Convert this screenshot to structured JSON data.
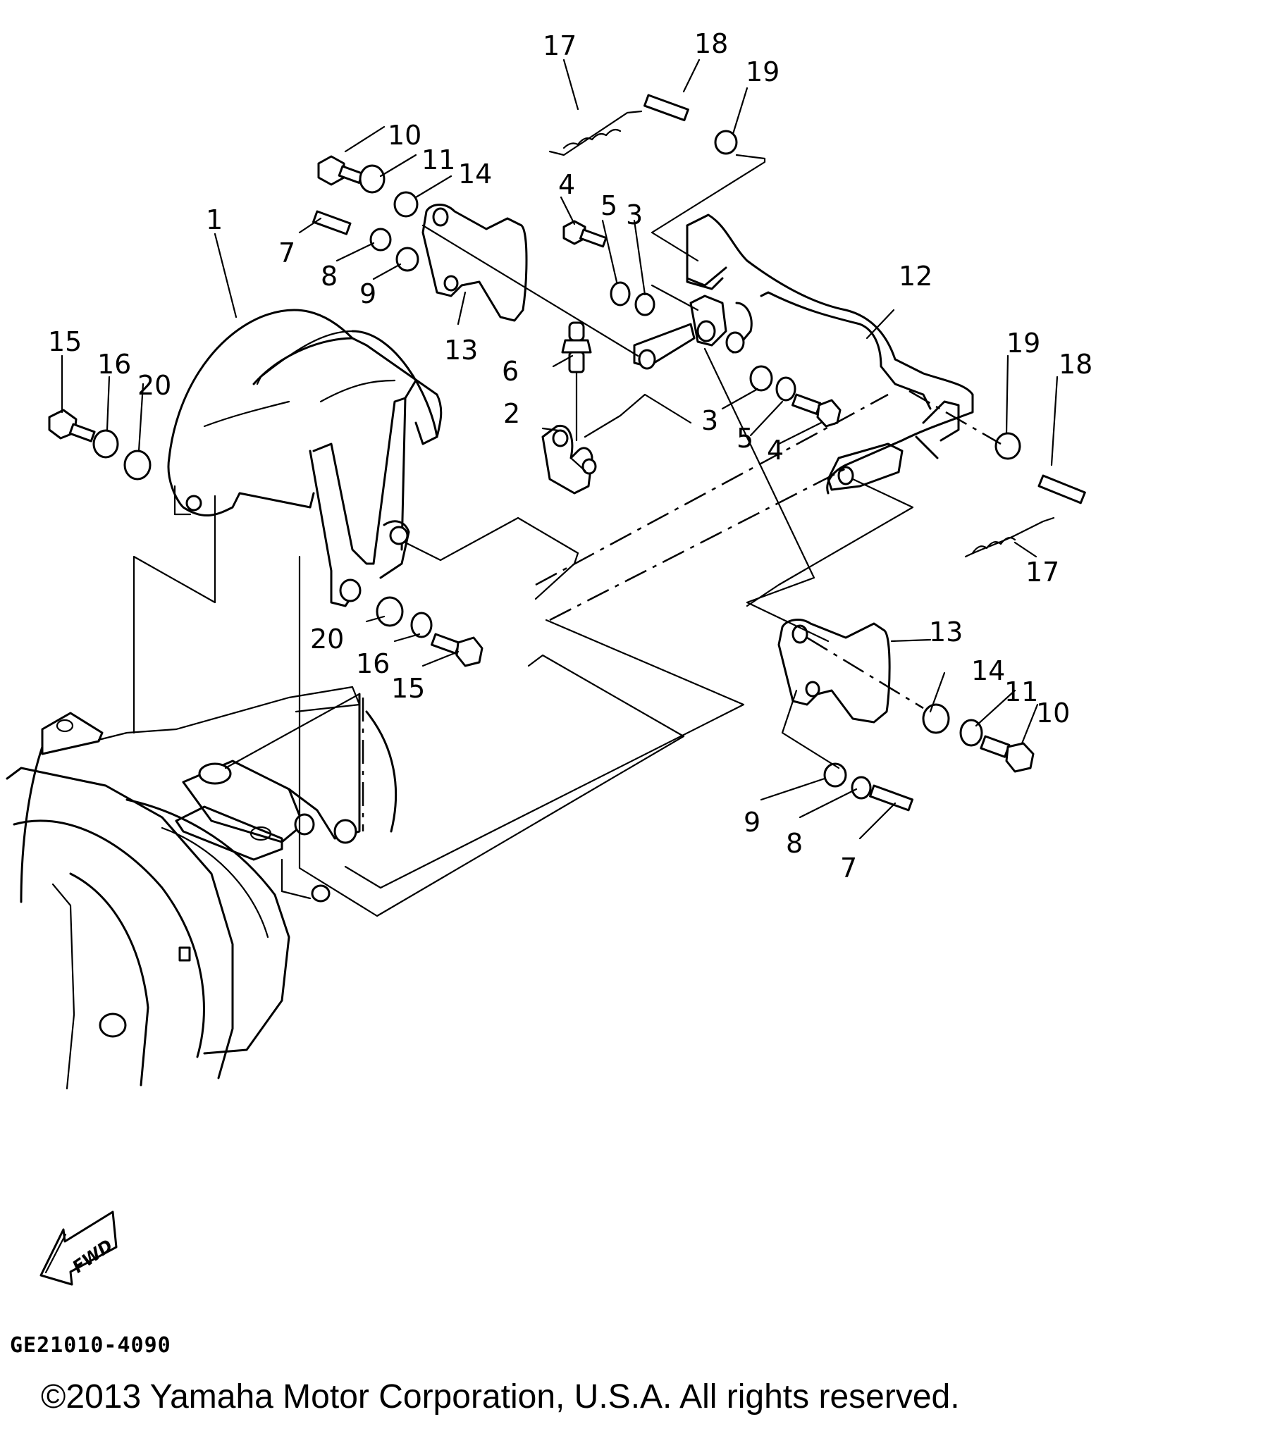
{
  "document": {
    "type": "exploded parts diagram",
    "figure_code": "GE21010-4090",
    "copyright": "©2013 Yamaha Motor Corporation, U.S.A. All rights reserved.",
    "direction_indicator": "FWD"
  },
  "callouts": [
    {
      "id": "c1",
      "number": "1"
    },
    {
      "id": "c2",
      "number": "2"
    },
    {
      "id": "c3a",
      "number": "3"
    },
    {
      "id": "c3b",
      "number": "3"
    },
    {
      "id": "c4a",
      "number": "4"
    },
    {
      "id": "c4b",
      "number": "4"
    },
    {
      "id": "c5a",
      "number": "5"
    },
    {
      "id": "c5b",
      "number": "5"
    },
    {
      "id": "c6",
      "number": "6"
    },
    {
      "id": "c7a",
      "number": "7"
    },
    {
      "id": "c7b",
      "number": "7"
    },
    {
      "id": "c8a",
      "number": "8"
    },
    {
      "id": "c8b",
      "number": "8"
    },
    {
      "id": "c9a",
      "number": "9"
    },
    {
      "id": "c9b",
      "number": "9"
    },
    {
      "id": "c10a",
      "number": "10"
    },
    {
      "id": "c10b",
      "number": "10"
    },
    {
      "id": "c11a",
      "number": "11"
    },
    {
      "id": "c11b",
      "number": "11"
    },
    {
      "id": "c12",
      "number": "12"
    },
    {
      "id": "c13a",
      "number": "13"
    },
    {
      "id": "c13b",
      "number": "13"
    },
    {
      "id": "c14a",
      "number": "14"
    },
    {
      "id": "c14b",
      "number": "14"
    },
    {
      "id": "c15a",
      "number": "15"
    },
    {
      "id": "c15b",
      "number": "15"
    },
    {
      "id": "c16a",
      "number": "16"
    },
    {
      "id": "c16b",
      "number": "16"
    },
    {
      "id": "c17a",
      "number": "17"
    },
    {
      "id": "c17b",
      "number": "17"
    },
    {
      "id": "c18a",
      "number": "18"
    },
    {
      "id": "c18b",
      "number": "18"
    },
    {
      "id": "c19a",
      "number": "19"
    },
    {
      "id": "c19b",
      "number": "19"
    },
    {
      "id": "c20a",
      "number": "20"
    },
    {
      "id": "c20b",
      "number": "20"
    }
  ]
}
